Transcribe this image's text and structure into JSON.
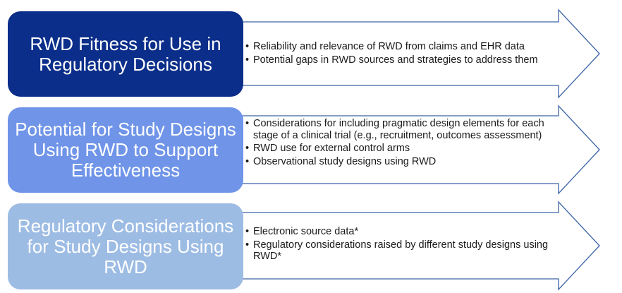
{
  "colors": {
    "box1": "#0b2e8a",
    "box2": "#6f94e8",
    "box3": "#9dbce4",
    "arrow_stroke": "#3c64a8"
  },
  "rows": [
    {
      "title": "RWD Fitness for Use in Regulatory Decisions",
      "bullets": [
        "Reliability and relevance of RWD from claims and EHR data",
        "Potential gaps in RWD sources and strategies to address them"
      ]
    },
    {
      "title": "Potential for Study Designs Using RWD to Support Effectiveness",
      "bullets": [
        "Considerations for including pragmatic design elements for each stage of a clinical trial (e.g., recruitment, outcomes assessment)",
        "RWD use for external control arms",
        "Observational study designs using RWD"
      ]
    },
    {
      "title": "Regulatory Considerations for Study Designs Using RWD",
      "bullets": [
        "Electronic source data*",
        "Regulatory considerations raised by different study designs using RWD*"
      ]
    }
  ]
}
